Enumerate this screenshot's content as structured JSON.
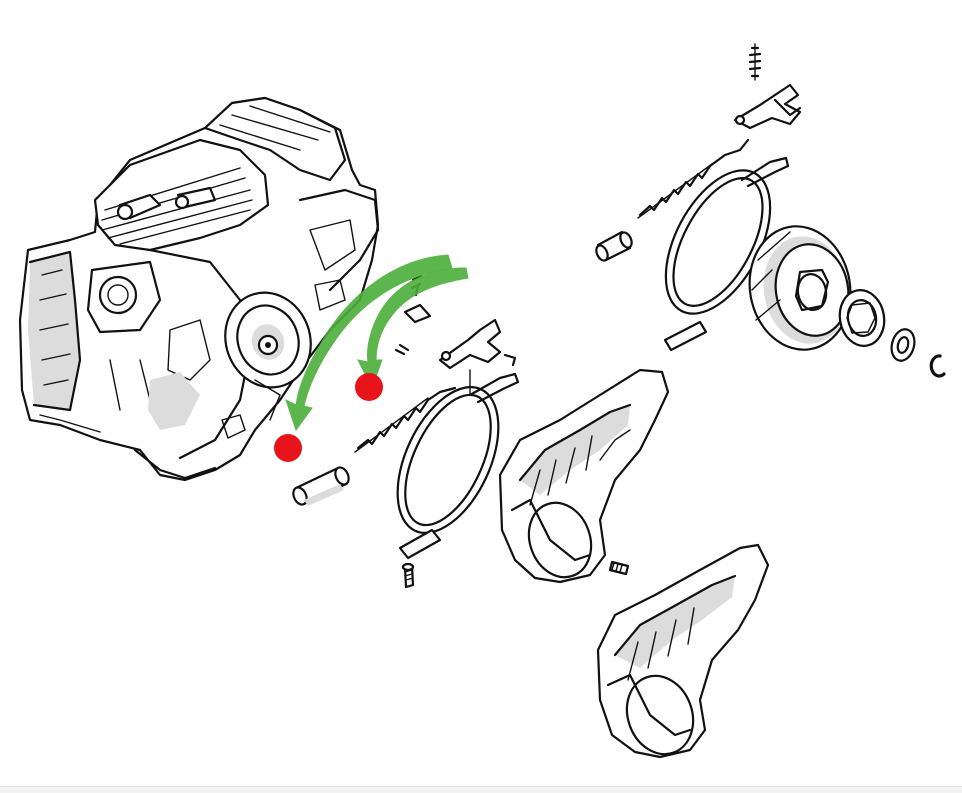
{
  "diagram": {
    "parts": [
      {
        "name": "engine-block"
      },
      {
        "name": "clutch-drum"
      },
      {
        "name": "sprocket"
      },
      {
        "name": "washer"
      },
      {
        "name": "e-clip"
      },
      {
        "name": "brake-band"
      },
      {
        "name": "brake-spring"
      },
      {
        "name": "bushing-sleeve"
      },
      {
        "name": "brake-lever-linkage"
      },
      {
        "name": "sprocket-cover"
      },
      {
        "name": "screw"
      }
    ],
    "markers": [
      {
        "name": "red-marker-bushing",
        "color": "#e8141c"
      },
      {
        "name": "red-marker-spring",
        "color": "#e8141c"
      }
    ],
    "arrows": [
      {
        "name": "green-arrow-left",
        "color": "#4caf3a"
      },
      {
        "name": "green-arrow-right",
        "color": "#4caf3a"
      }
    ]
  }
}
